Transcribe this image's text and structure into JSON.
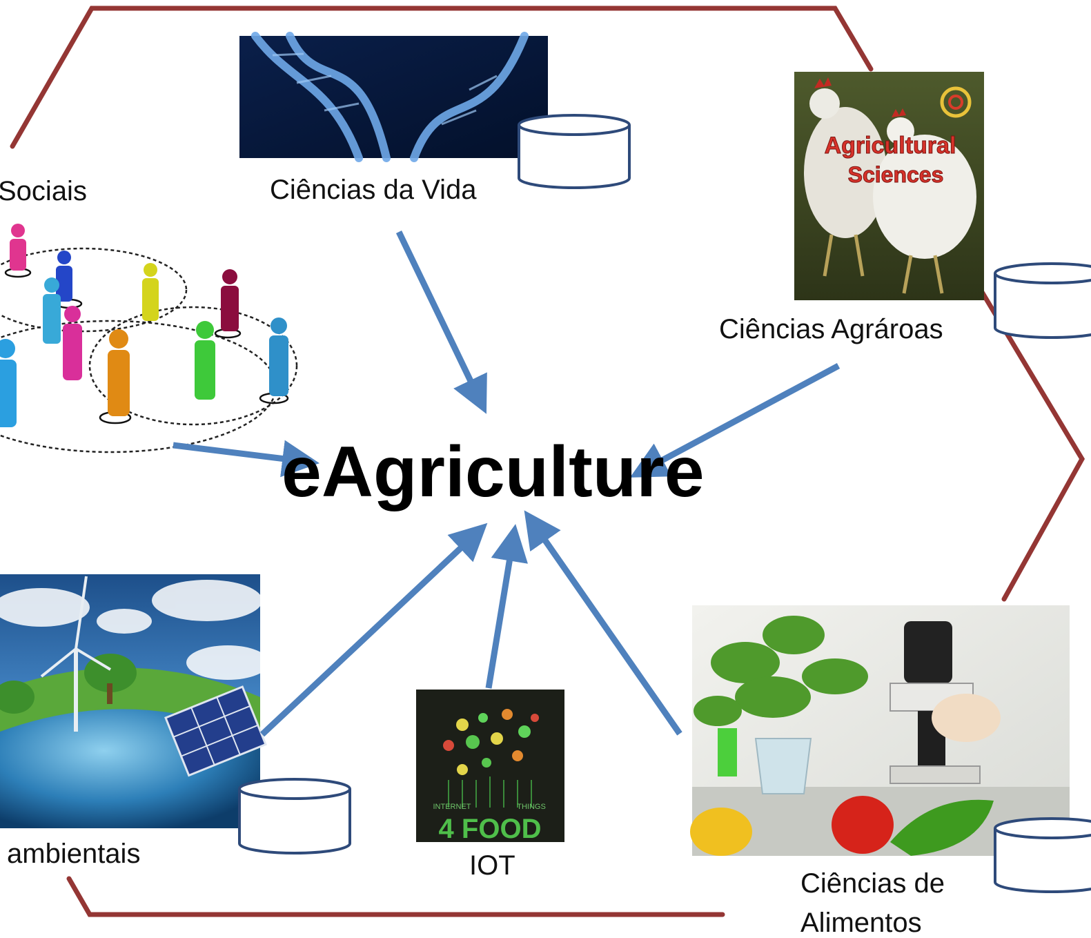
{
  "diagram": {
    "center": "eAgriculture",
    "nodes": [
      {
        "id": "ciencias-sociais",
        "label": "Sociais",
        "image": "social-network-people-image"
      },
      {
        "id": "ciencias-da-vida",
        "label": "Ciências da Vida",
        "image": "dna-helix-image"
      },
      {
        "id": "ciencias-agrarias",
        "label": "Ciências Agrároas",
        "image": "agricultural-sciences-chickens-image",
        "image_text": [
          "Agricultural",
          "Sciences"
        ]
      },
      {
        "id": "ciencias-ambientais",
        "label": "ambientais",
        "image": "earth-wind-solar-image"
      },
      {
        "id": "iot",
        "label": "IOT",
        "image": "internet-of-things-food-image",
        "image_text": [
          "INTERNET",
          "THINGS",
          "4 FOOD"
        ]
      },
      {
        "id": "ciencias-de-alimentos",
        "label": "Ciências de",
        "label_line2": "Alimentos",
        "image": "food-lab-microscope-image"
      }
    ],
    "colors": {
      "border": "#943634",
      "arrow": "#4F81BD",
      "database": "#2E4A7A"
    },
    "icons": [
      "database-cylinder-icon",
      "arrow-icon"
    ]
  }
}
